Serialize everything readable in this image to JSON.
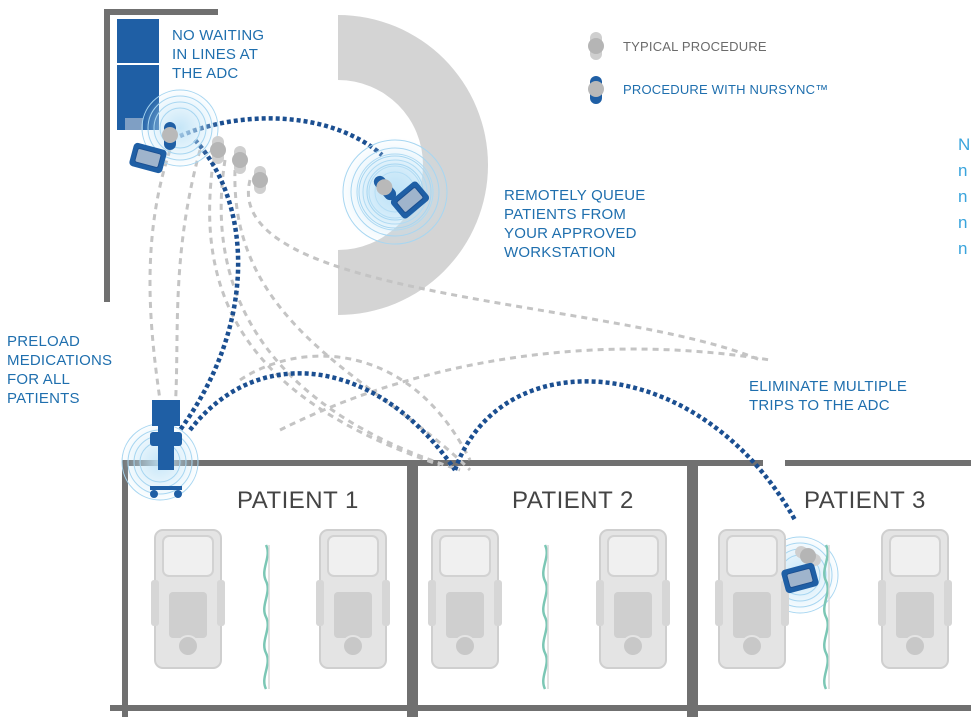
{
  "legend": {
    "typical": "TYPICAL PROCEDURE",
    "nursync": "PROCEDURE WITH NURSYNC™"
  },
  "callouts": {
    "no_waiting": "NO WAITING\nIN LINES AT\nTHE ADC",
    "remote_queue": "REMOTELY QUEUE\nPATIENTS FROM\nYOUR APPROVED\nWORKSTATION",
    "preload": "PRELOAD\nMEDICATIONS\nFOR ALL\nPATIENTS",
    "eliminate": "ELIMINATE MULTIPLE\nTRIPS TO THE ADC"
  },
  "rooms": [
    "PATIENT 1",
    "PATIENT 2",
    "PATIENT 3"
  ],
  "side_text": "N\nn\nn\nn\nn",
  "colors": {
    "brand_blue": "#1f5fa5",
    "dark_blue": "#1b4f91",
    "light_blue": "#7fc2ea",
    "gray_path": "#c4c4c4",
    "wall": "#707070"
  }
}
